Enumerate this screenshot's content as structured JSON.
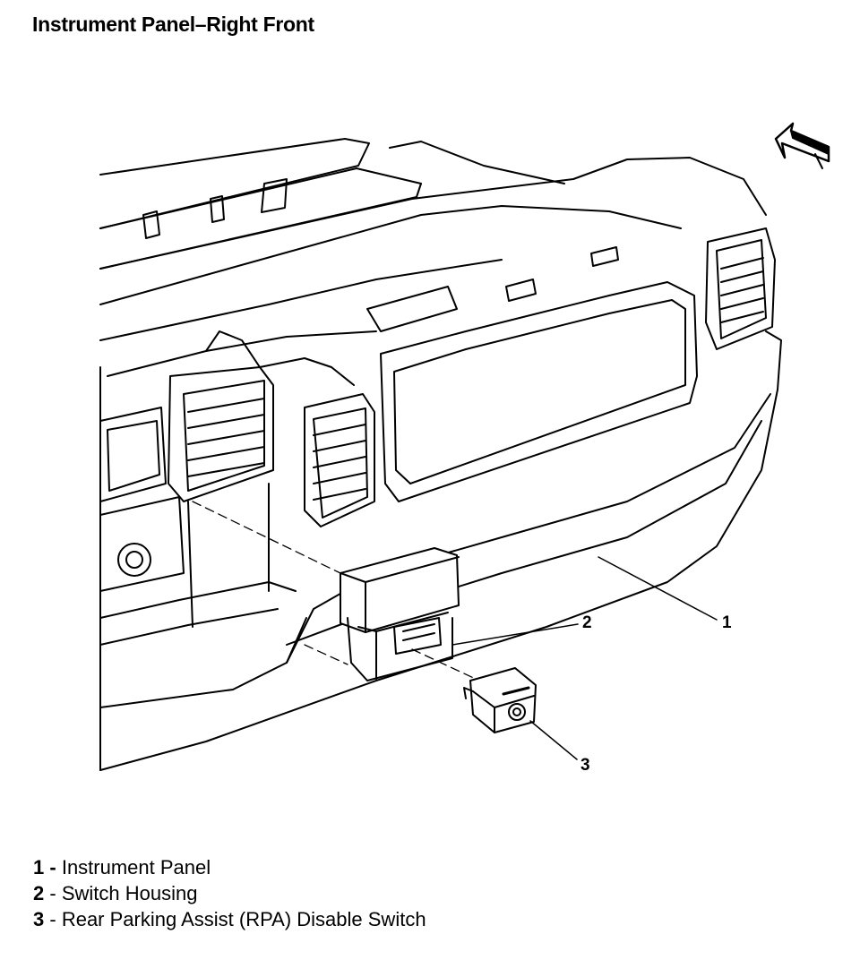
{
  "title": "Instrument Panel–Right Front",
  "callouts": [
    {
      "number": "1",
      "label": "Instrument Panel"
    },
    {
      "number": "2",
      "label": "Switch Housing"
    },
    {
      "number": "3",
      "label": "Rear Parking Assist (RPA) Disable Switch"
    }
  ],
  "separator": "-",
  "icons": {
    "direction": "front-arrow-icon"
  }
}
